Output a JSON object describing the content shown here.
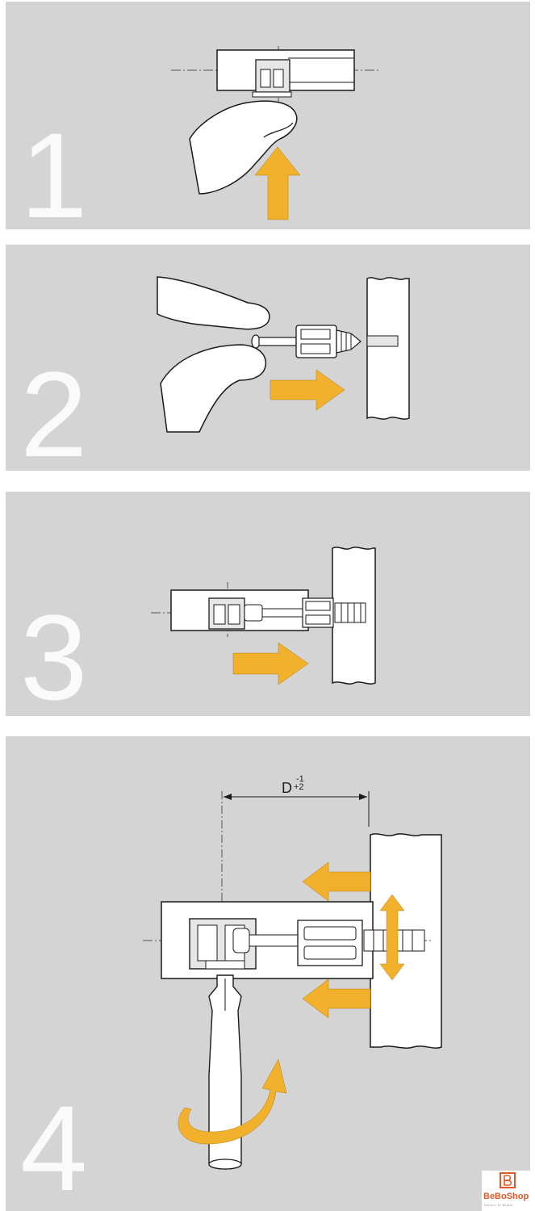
{
  "steps": [
    {
      "number": "1"
    },
    {
      "number": "2"
    },
    {
      "number": "3"
    },
    {
      "number": "4"
    }
  ],
  "dimension": {
    "label": "D",
    "tolerance_upper": "-1",
    "tolerance_lower": "+2"
  },
  "logo": {
    "name": "BeBoShop",
    "tagline": "Dettori di Mobili"
  },
  "colors": {
    "panel": "#d4d4d4",
    "arrow": "#f2b12c",
    "line": "#1a1a1a",
    "wood": "#ffffff",
    "brand": "#e2592a"
  }
}
